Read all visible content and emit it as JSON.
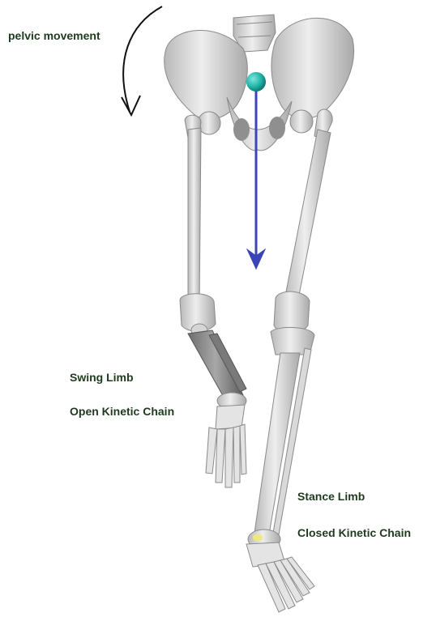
{
  "labels": {
    "pelvic_movement": "pelvic movement",
    "swing_limb": "Swing Limb",
    "open_kinetic_chain": "Open Kinetic Chain",
    "stance_limb": "Stance Limb",
    "closed_kinetic_chain": "Closed Kinetic Chain"
  },
  "colors": {
    "bone": "#e2e2e2",
    "bone_shadow": "#9a9a9a",
    "center_of_mass": "#1fb3a8",
    "force_arrow": "#3b45b5",
    "label_text": "#1f3a1f"
  }
}
